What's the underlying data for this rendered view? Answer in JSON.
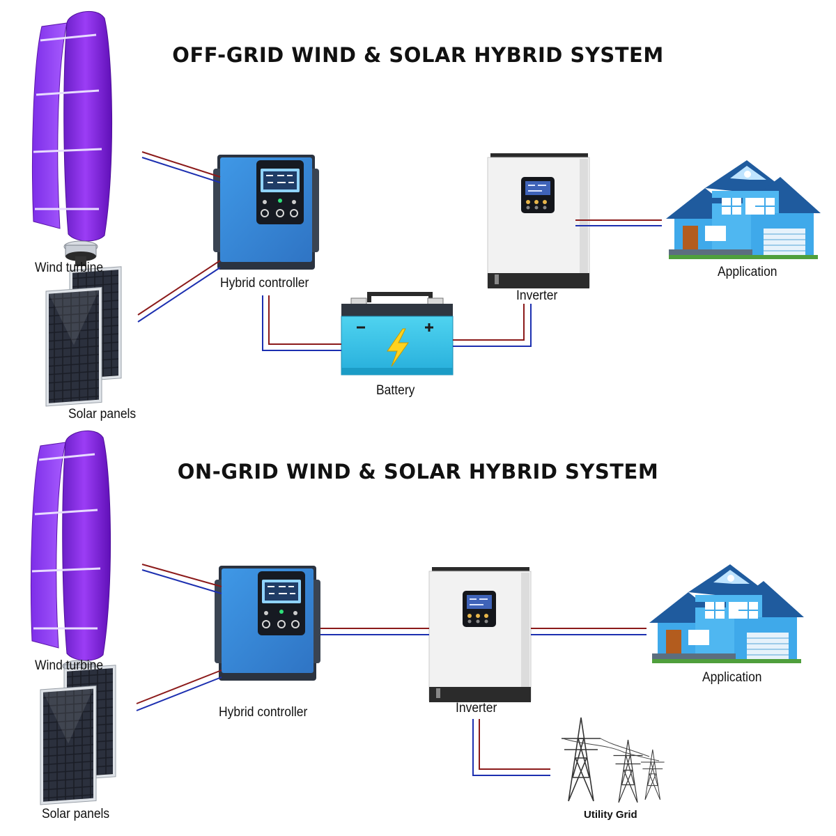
{
  "top_section": {
    "title": "OFF-GRID WIND & SOLAR HYBRID SYSTEM",
    "labels": {
      "wind_turbine": "Wind turbine",
      "solar_panels": "Solar panels",
      "hybrid_controller": "Hybrid controller",
      "battery": "Battery",
      "inverter": "Inverter",
      "application": "Application"
    }
  },
  "bottom_section": {
    "title": "ON-GRID WIND & SOLAR HYBRID SYSTEM",
    "labels": {
      "wind_turbine": "Wind turbine",
      "solar_panels": "Solar panels",
      "hybrid_controller": "Hybrid controller",
      "inverter": "Inverter",
      "application": "Application",
      "utility_grid": "Utility Grid"
    }
  },
  "colors": {
    "wire_positive": "#8b1a1a",
    "wire_negative": "#1c2fb0",
    "turbine": "#8a2be2",
    "controller": "#3b8fd9",
    "house": "#3fa9ea",
    "battery": "#35c4e8"
  },
  "icons": {
    "wind_turbine": "vertical-axis-wind-turbine-icon",
    "solar_panels": "solar-panel-icon",
    "hybrid_controller": "hybrid-controller-icon",
    "battery": "battery-icon",
    "inverter": "inverter-icon",
    "application": "house-icon",
    "utility_grid": "power-pylon-icon"
  }
}
